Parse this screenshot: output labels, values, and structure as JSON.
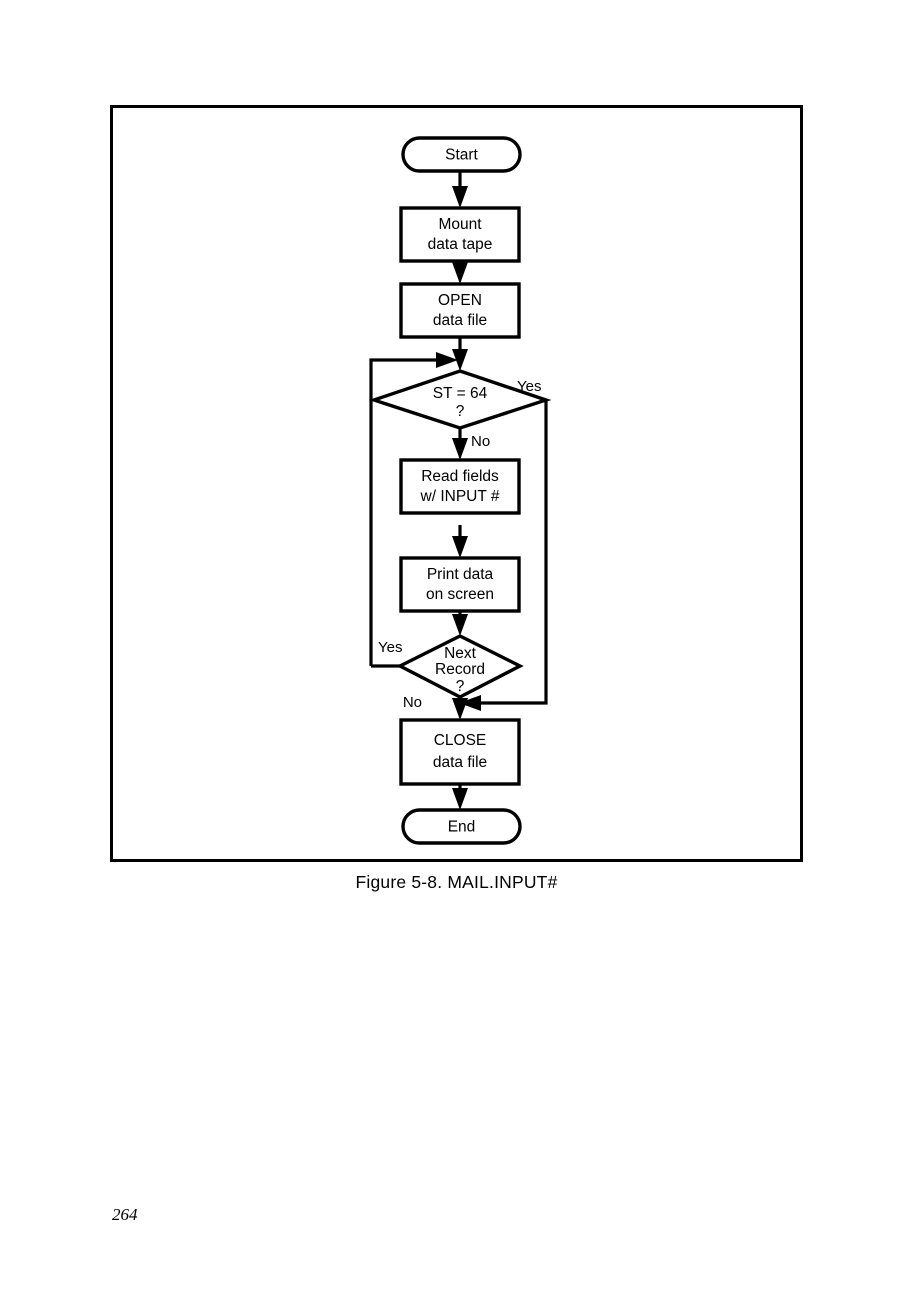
{
  "page": {
    "number": "264",
    "caption": "Figure 5-8.  MAIL.INPUT#"
  },
  "chart_data": {
    "type": "diagram",
    "title": "Figure 5-8.  MAIL.INPUT#",
    "nodes": [
      {
        "id": "start",
        "shape": "terminator",
        "line1": "Start",
        "line2": "",
        "line3": ""
      },
      {
        "id": "mount",
        "shape": "process",
        "line1": "Mount",
        "line2": "data tape",
        "line3": ""
      },
      {
        "id": "open",
        "shape": "process",
        "line1": "OPEN",
        "line2": "data file",
        "line3": ""
      },
      {
        "id": "st64",
        "shape": "decision",
        "line1": "ST = 64",
        "line2": "?",
        "line3": ""
      },
      {
        "id": "read",
        "shape": "process",
        "line1": "Read  fields",
        "line2": "w/ INPUT  #",
        "line3": ""
      },
      {
        "id": "print",
        "shape": "process",
        "line1": "Print data",
        "line2": "on  screen",
        "line3": ""
      },
      {
        "id": "nextrec",
        "shape": "decision",
        "line1": "Next",
        "line2": "Record",
        "line3": "?"
      },
      {
        "id": "close",
        "shape": "process",
        "line1": "CLOSE",
        "line2": "data  file",
        "line3": ""
      },
      {
        "id": "end",
        "shape": "terminator",
        "line1": "End",
        "line2": "",
        "line3": ""
      }
    ],
    "edges": [
      {
        "from": "start",
        "to": "mount",
        "label": ""
      },
      {
        "from": "mount",
        "to": "open",
        "label": ""
      },
      {
        "from": "open",
        "to": "st64",
        "label": ""
      },
      {
        "from": "st64",
        "to": "read",
        "label": "No"
      },
      {
        "from": "st64",
        "to": "close",
        "label": "Yes"
      },
      {
        "from": "read",
        "to": "print",
        "label": ""
      },
      {
        "from": "print",
        "to": "nextrec",
        "label": ""
      },
      {
        "from": "nextrec",
        "to": "st64",
        "label": "Yes"
      },
      {
        "from": "nextrec",
        "to": "close",
        "label": "No"
      },
      {
        "from": "close",
        "to": "end",
        "label": ""
      }
    ],
    "branch_labels": {
      "st64_yes": "Yes",
      "st64_no": "No",
      "nextrec_yes": "Yes",
      "nextrec_no": "No"
    },
    "colors": {
      "ink": "#000000",
      "paper": "#ffffff"
    }
  }
}
